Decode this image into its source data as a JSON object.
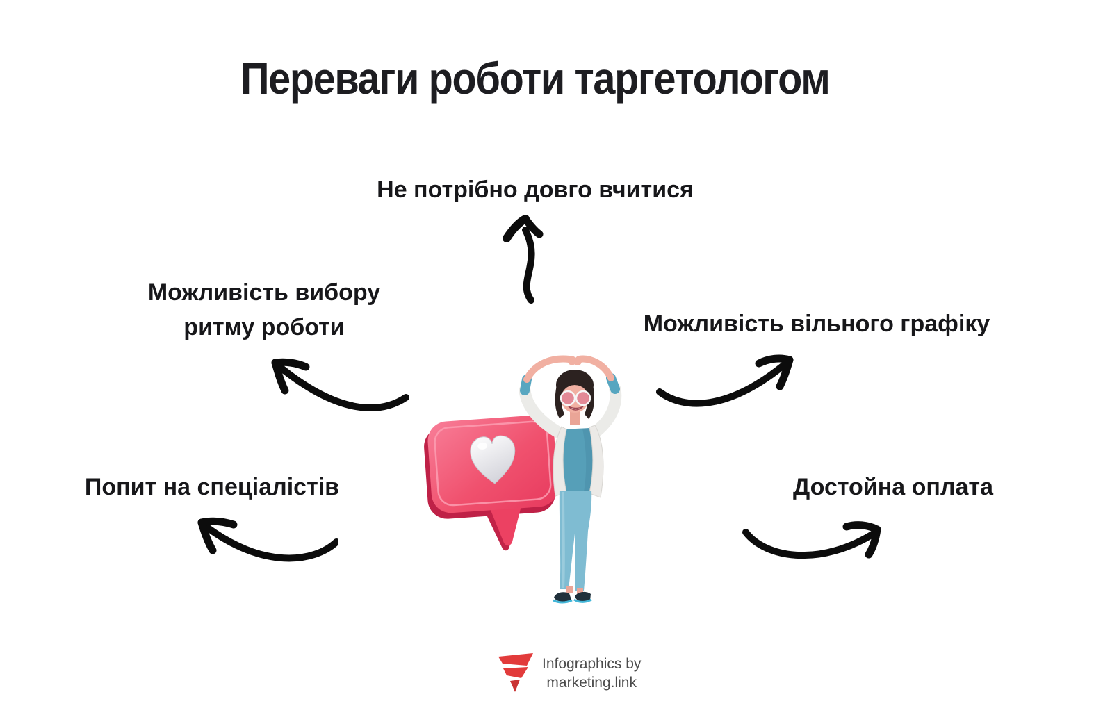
{
  "page": {
    "title_text": "Переваги роботи таргетологом"
  },
  "benefits": {
    "top": "Не потрібно довго вчитися",
    "left": {
      "line1": "Можливість вибору",
      "line2": "ритму роботи"
    },
    "right": "Можливість вільного графіку",
    "bottom_left": "Попит на спеціалістів",
    "bottom_right": "Достойна оплата"
  },
  "footer": {
    "credit_line1": "Infographics by",
    "credit_line2": "marketing.link"
  },
  "icons": {
    "arrow_top": "hand-drawn curved arrow pointing up",
    "arrow_left": "hand-drawn curved arrow pointing up-left",
    "arrow_right": "hand-drawn curved arrow pointing up-right",
    "arrow_bottom_left": "hand-drawn curved arrow pointing left",
    "arrow_bottom_right": "hand-drawn curved arrow pointing right",
    "center_illustration": "3d woman making heart shape with arms next to pink like-notification bubble with white heart",
    "logo": "marketing.link red funnel logo"
  },
  "colors": {
    "background": "#ffffff",
    "text": "#1d1d21",
    "arrow_black": "#0c0c0c",
    "bubble_pink": "#f0516e",
    "bubble_dark_edge": "#c22348",
    "bubble_rim_highlight": "#fb9eb2",
    "heart_white": "#f2f2f5",
    "outfit_teal": "#569fb8",
    "pants_blue": "#7fbcd2",
    "jacket_white": "#eceae7",
    "skin": "#f1b0a2",
    "hair": "#2c2220",
    "shoe_dark": "#20303b",
    "shoe_sole_teal": "#43b6d8",
    "logo_red": "#e23b3b",
    "footer_text": "#4b4b4b"
  }
}
